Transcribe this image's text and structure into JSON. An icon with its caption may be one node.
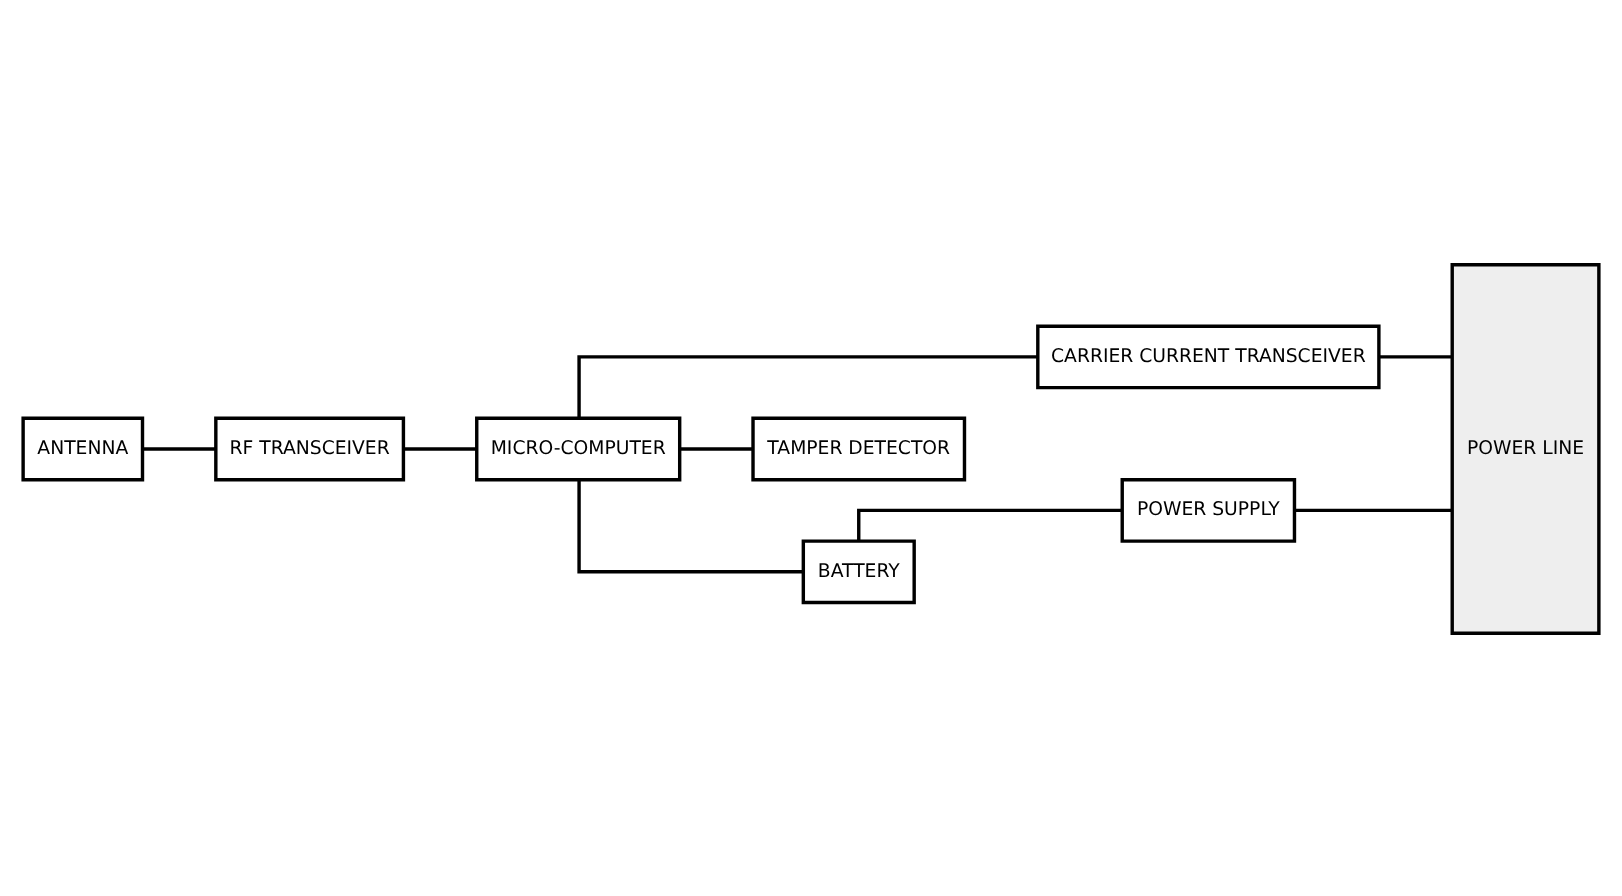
{
  "diagram": {
    "nodes": [
      {
        "text": [
          "ANTENNA"
        ]
      },
      {
        "text": [
          "RF TRANSCEIVER"
        ]
      },
      {
        "text": [
          "MICRO-COMPUTER"
        ]
      },
      {
        "text": [
          "CARRIER CURRENT TRANSCEIVER"
        ]
      },
      {
        "text": [
          "TAMPER DETECTOR"
        ]
      },
      {
        "text": [
          "BATTERY"
        ]
      },
      {
        "text": [
          "POWER SUPPLY"
        ]
      },
      {
        "text": [
          "POWER LINE"
        ]
      }
    ],
    "edges": [
      {
        "from": 0,
        "to": 1,
        "arrow": "none"
      },
      {
        "from": 1,
        "to": 2,
        "arrow": "none"
      },
      {
        "from": 2,
        "to": 3,
        "arrow": "none"
      },
      {
        "from": 3,
        "to": 7,
        "arrow": "none"
      },
      {
        "from": 2,
        "to": 4,
        "arrow": "none"
      },
      {
        "from": 2,
        "to": 5,
        "arrow": "none"
      },
      {
        "from": 5,
        "to": 6,
        "arrow": "none"
      },
      {
        "from": 6,
        "to": 7,
        "arrow": "none"
      }
    ]
  }
}
